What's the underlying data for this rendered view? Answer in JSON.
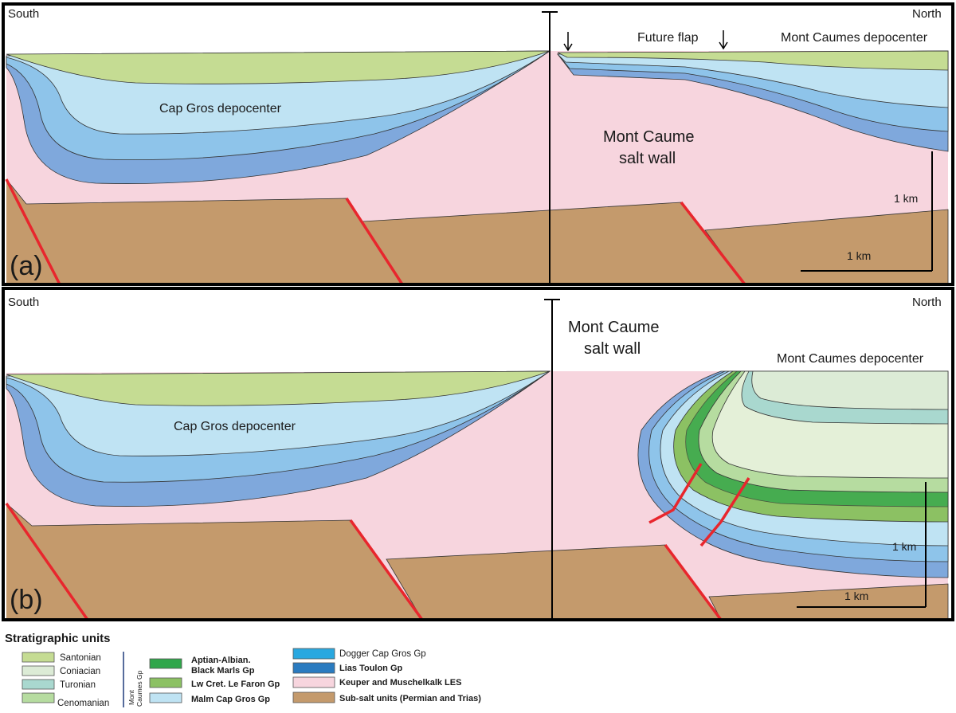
{
  "panel_a": {
    "letter": "(a)",
    "south": "South",
    "north": "North",
    "cap_gros": "Cap Gros depocenter",
    "future_flap": "Future flap",
    "mont_caumes_depocenter": "Mont Caumes depocenter",
    "salt_wall_line1": "Mont Caume",
    "salt_wall_line2": "salt wall",
    "scale_vertical": "1 km",
    "scale_horizontal": "1 km"
  },
  "panel_b": {
    "letter": "(b)",
    "south": "South",
    "north": "North",
    "cap_gros": "Cap Gros depocenter",
    "mont_caumes_depocenter": "Mont Caumes depocenter",
    "salt_wall_line1": "Mont Caume",
    "salt_wall_line2": "salt wall",
    "scale_vertical": "1 km",
    "scale_horizontal": "1 km"
  },
  "legend": {
    "title": "Stratigraphic units",
    "group_label_line1": "Mont",
    "group_label_line2": "Caumes Gp",
    "col1": [
      {
        "label": "Santonian",
        "color": "#c5dc93"
      },
      {
        "label": "Coniacian",
        "color": "#dcebd6"
      },
      {
        "label": "Turonian",
        "color": "#a9d8cf"
      },
      {
        "label": "Cenomanian",
        "color": "#b6dca0"
      }
    ],
    "col2": [
      {
        "label_line1": "Aptian-Albian.",
        "label_line2": "Black Marls Gp",
        "color": "#2fa64a"
      },
      {
        "label_line1": "Lw Cret. Le Faron Gp",
        "label_line2": "",
        "color": "#8cc163"
      },
      {
        "label_line1": "Malm Cap Gros Gp",
        "label_line2": "",
        "color": "#bfe3f3"
      }
    ],
    "col3": [
      {
        "label": "Dogger Cap Gros Gp",
        "color": "#29a8e0"
      },
      {
        "label": "Lias Toulon Gp",
        "color": "#2a7bc0"
      },
      {
        "label": "Keuper and Muschelkalk LES",
        "color": "#f7d5de"
      },
      {
        "label": "Sub-salt units (Permian and Trias)",
        "color": "#c49a6c"
      }
    ]
  },
  "colors": {
    "salt": "#f7d5de",
    "subsalt": "#c49a6c",
    "santonian": "#c5dc93",
    "malm": "#bfe3f3",
    "dogger": "#8ec4ea",
    "lias": "#7fa8dc",
    "fault": "#e8262d",
    "frame": "#000000"
  }
}
